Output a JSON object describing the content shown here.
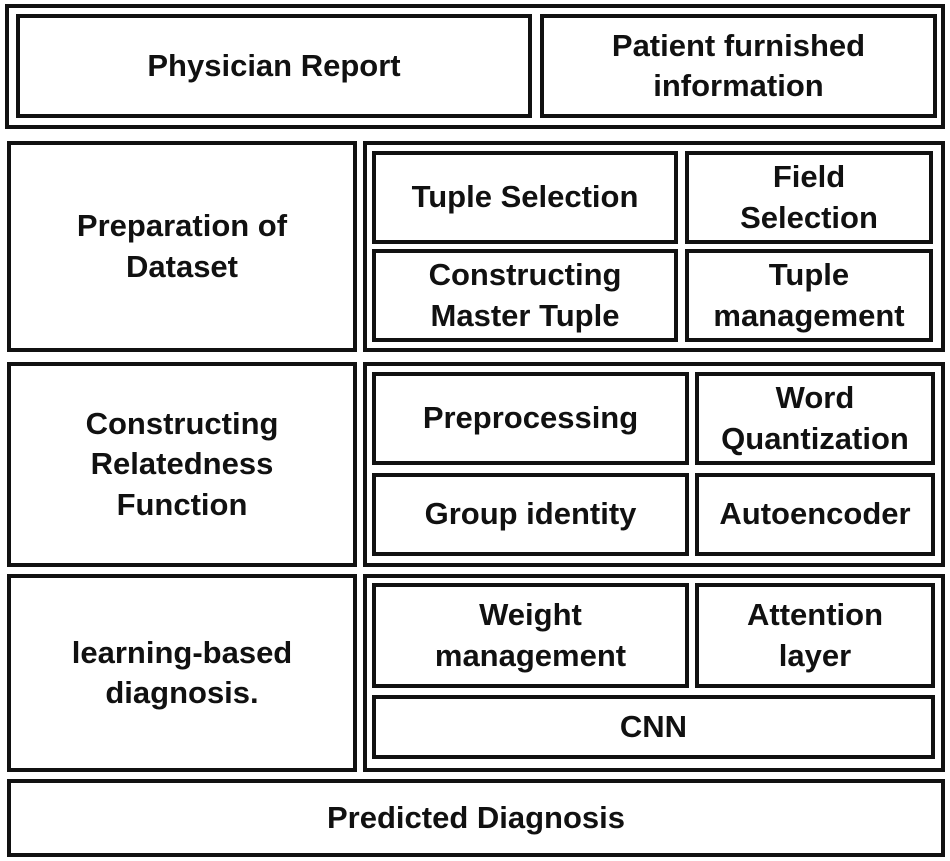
{
  "inputs": {
    "physician_report": "Physician Report",
    "patient_info": "Patient furnished\ninformation"
  },
  "stages": [
    {
      "label": "Preparation of\nDataset",
      "steps": [
        "Tuple Selection",
        "Field\nSelection",
        "Constructing\nMaster Tuple",
        "Tuple\nmanagement"
      ]
    },
    {
      "label": "Constructing\nRelatedness\nFunction",
      "steps": [
        "Preprocessing",
        "Word\nQuantization",
        "Group identity",
        "Autoencoder"
      ]
    },
    {
      "label": "learning-based\ndiagnosis.",
      "steps": [
        "Weight\nmanagement",
        "Attention\nlayer",
        "CNN"
      ]
    }
  ],
  "output": {
    "label": "Predicted Diagnosis"
  },
  "colors": {
    "stroke": "#111111",
    "fill": "#ffffff"
  }
}
